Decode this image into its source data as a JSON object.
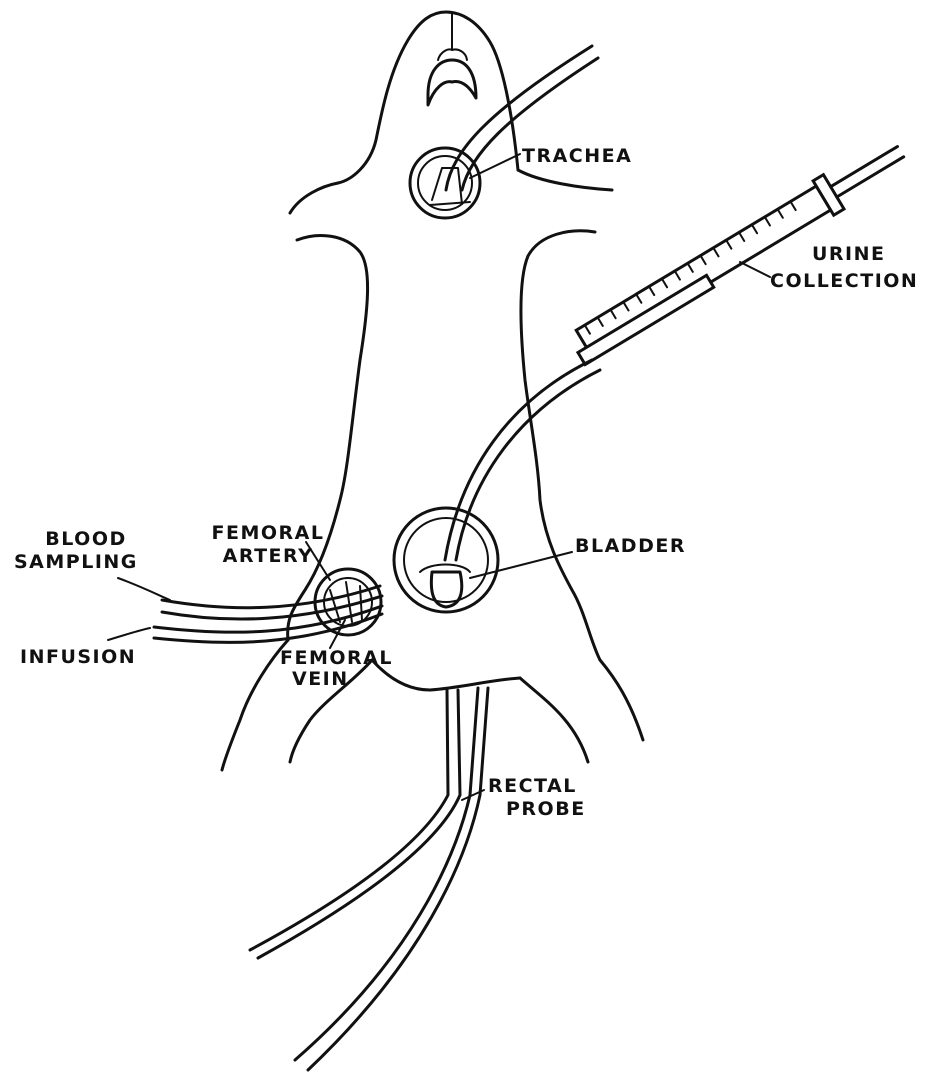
{
  "labels": {
    "trachea": "TRACHEA",
    "urine_1": "URINE",
    "urine_2": "COLLECTION",
    "blood_1": "BLOOD",
    "blood_2": "SAMPLING",
    "artery_1": "FEMORAL",
    "artery_2": "ARTERY",
    "bladder": "BLADDER",
    "infusion": "INFUSION",
    "vein_1": "FEMORAL",
    "vein_2": "VEIN",
    "rectal_1": "RECTAL",
    "rectal_2": "PROBE"
  },
  "colors": {
    "line": "#111111",
    "background": "#ffffff"
  }
}
